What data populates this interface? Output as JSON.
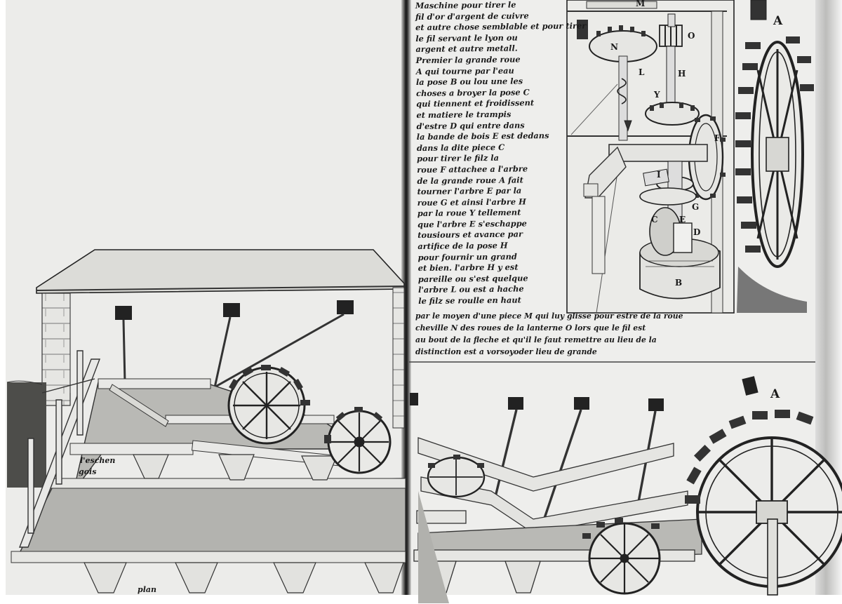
{
  "manuscript": {
    "upper_right_text": [
      "Maschine pour tirer le",
      "fil d'or d'argent de cuivre",
      "et autre chose semblable et pour tirer",
      "le fil servant le lyon ou",
      "argent et autre metall.",
      "Premier la grande roue",
      "A qui tourne par l'eau",
      "la pose B ou lou une les",
      "choses a broyer la pose C",
      "qui tiennent et froidissent",
      "et matiere le trampis",
      "d'estre D qui entre dans",
      "la bande de bois E est dedans",
      "dans la dite piece C",
      "pour tirer le filz la",
      "roue F attachee a l'arbre",
      "de la grande roue A fait",
      "tourner l'arbre E par la",
      "roue G et ainsi l'arbre H",
      "par la roue Y tellement",
      "que l'arbre E s'eschappe",
      "tousiours et avance par",
      "artifice de la pose H",
      "pour fournir un grand",
      "et bien. l'arbre H y est",
      "pareille ou s'est quelque",
      "l'arbre L ou est a hache",
      "le filz se roulle en haut"
    ],
    "bottom_text": [
      "par le moyen d'une piece M qui luy glisse pour estre de la roue",
      "cheville N des roues de la lanterne O lors que le fil est",
      "au bout de la fleche et qu'il le faut remettre au lieu de la",
      "distinction est a vorsoyoder lieu de grande"
    ],
    "labels": {
      "A_top": "A",
      "A_bottom": "A",
      "B": "B",
      "C": "C",
      "D": "D",
      "E": "E",
      "F": "F",
      "G": "G",
      "H": "H",
      "I": "I",
      "L": "L",
      "M": "M",
      "N": "N",
      "O": "O",
      "Y": "Y",
      "left_caption_1": "l'eschen",
      "left_caption_2": "gois",
      "bottom_note": "plan"
    }
  },
  "colors": {
    "ink": "#1b1b1b",
    "paper": "#ececea",
    "wash": "#b9b9b5",
    "dark_wash": "#6e6e6a"
  }
}
